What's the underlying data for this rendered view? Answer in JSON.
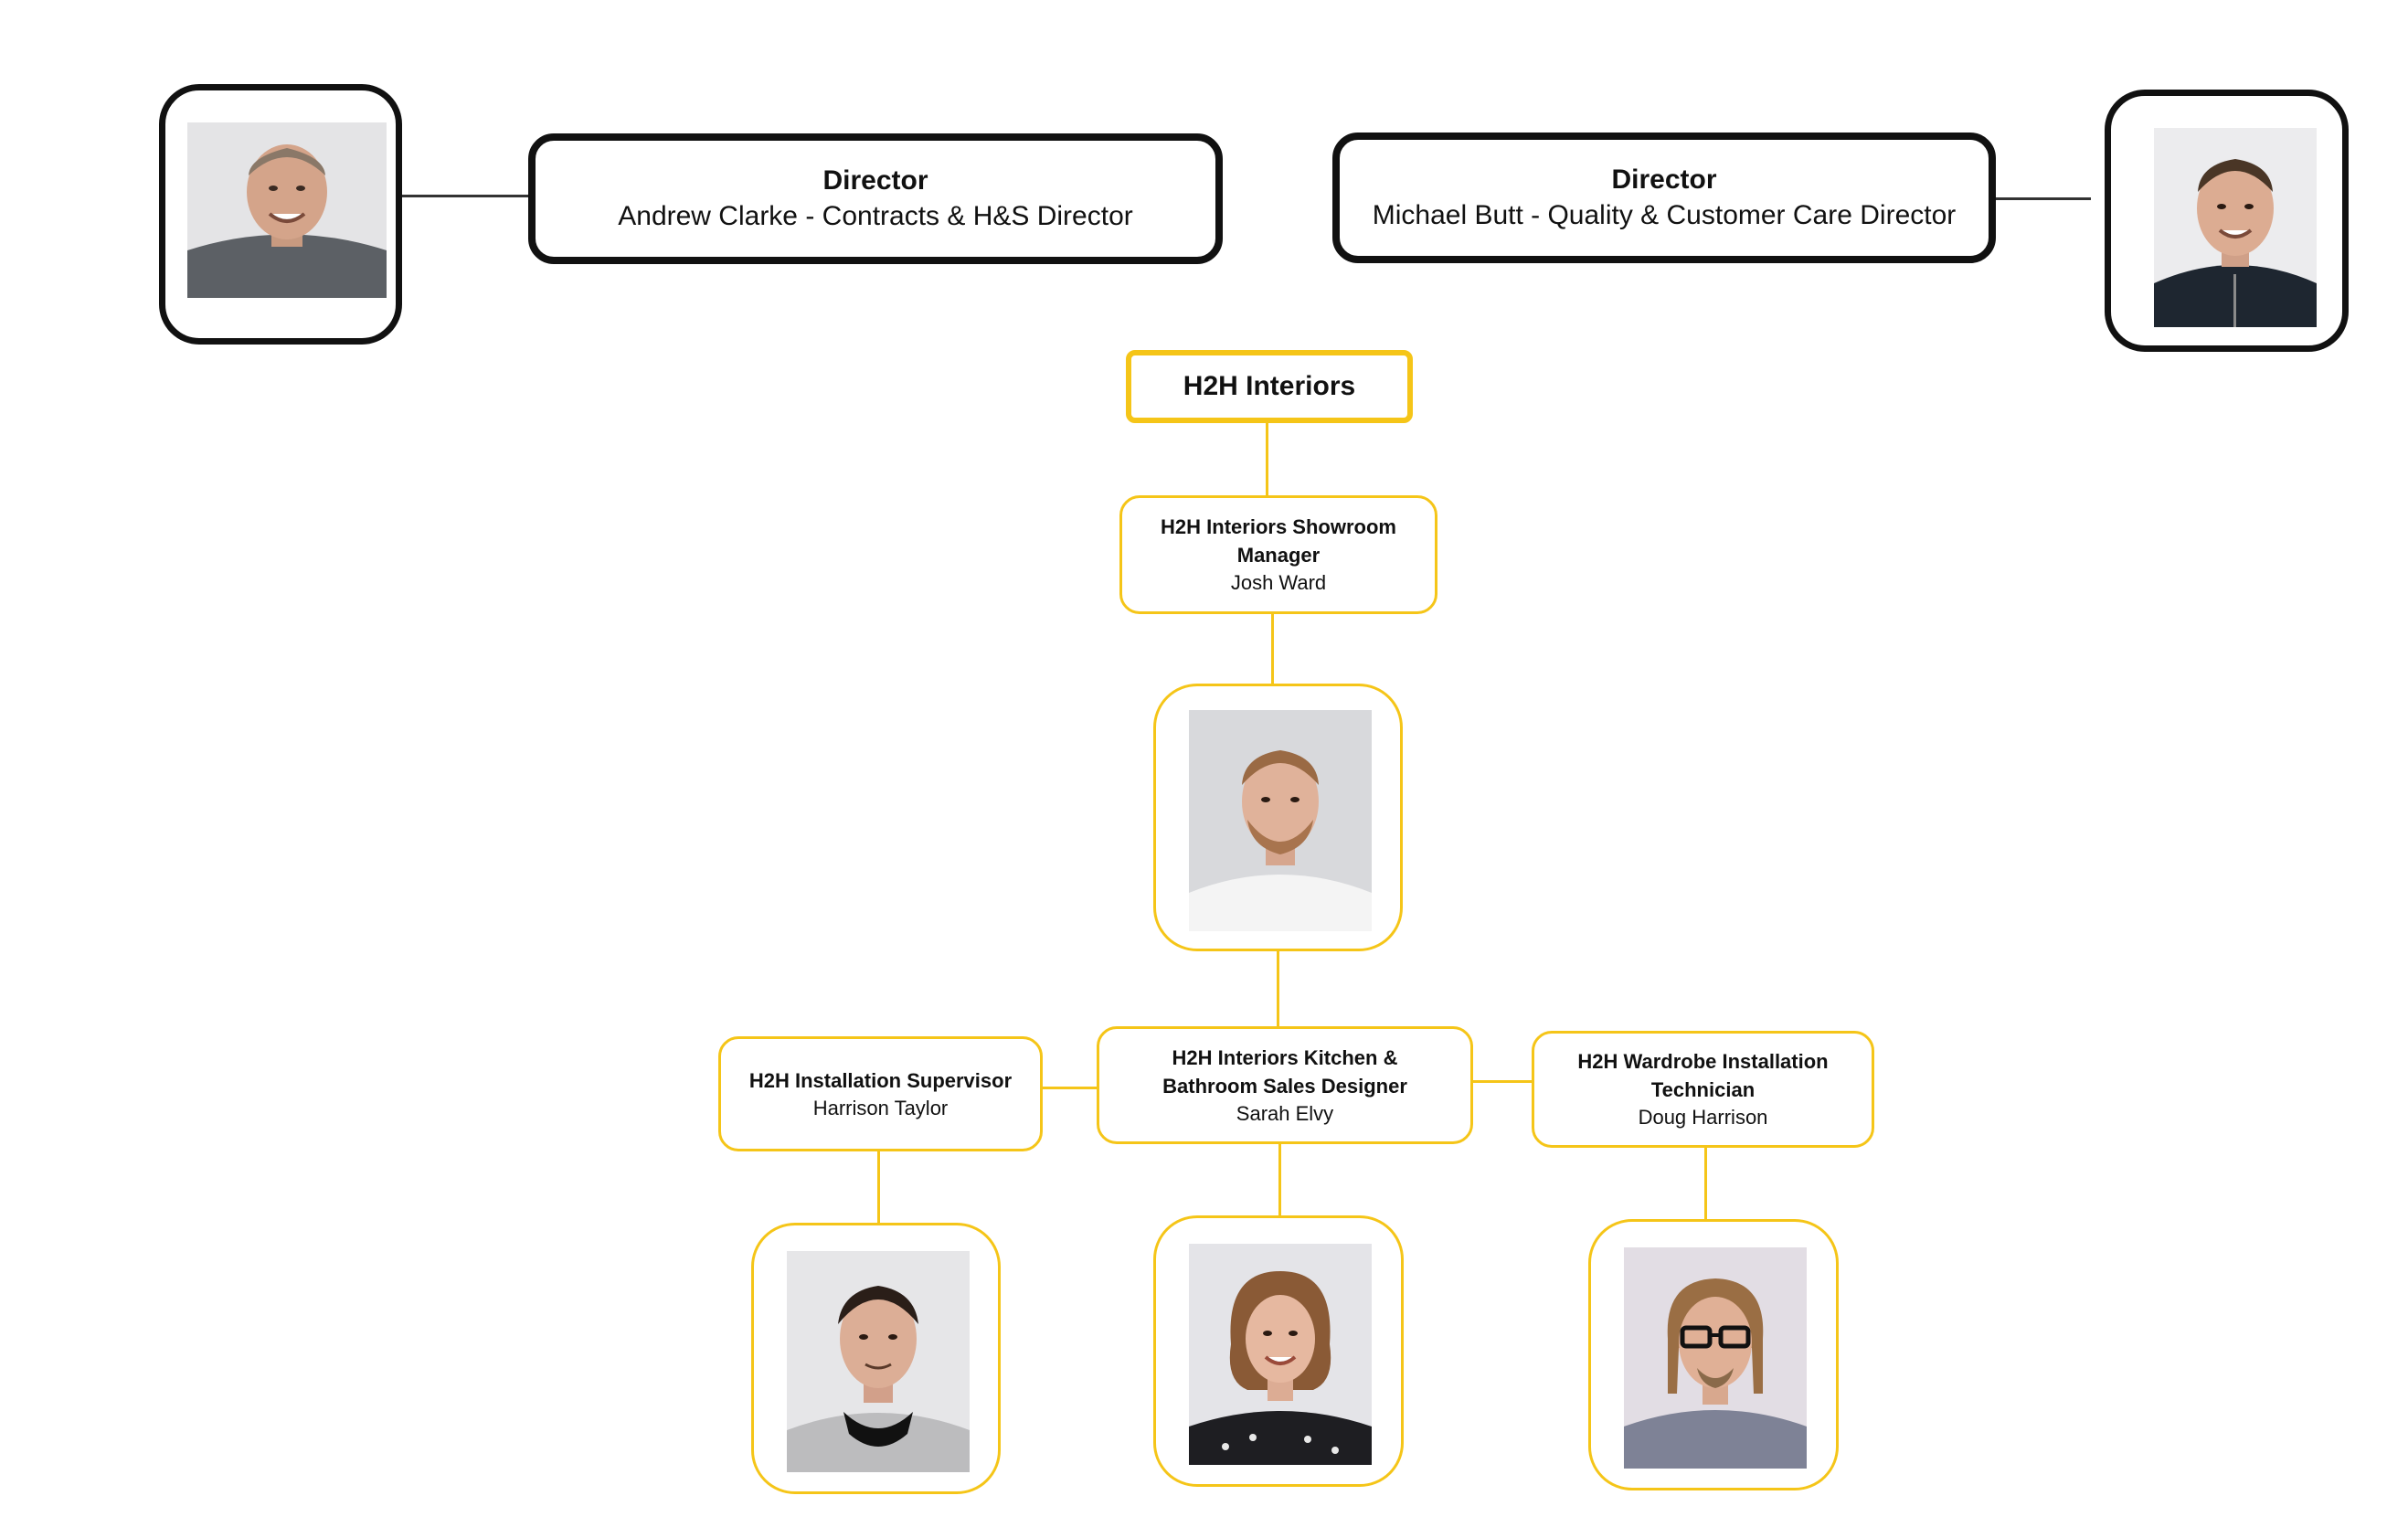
{
  "directors": [
    {
      "title": "Director",
      "name": "Andrew Clarke - Contracts & H&S Director"
    },
    {
      "title": "Director",
      "name": "Michael Butt - Quality & Customer Care Director"
    }
  ],
  "company": {
    "name": "H2H Interiors"
  },
  "roles": {
    "manager": {
      "title": "H2H Interiors Showroom Manager",
      "name": "Josh Ward"
    },
    "supervisor": {
      "title": "H2H Installation Supervisor",
      "name": "Harrison Taylor"
    },
    "designer": {
      "title": "H2H Interiors Kitchen & Bathroom Sales Designer",
      "name": "Sarah Elvy"
    },
    "technician": {
      "title": "H2H Wardrobe Installation Technician",
      "name": "Doug Harrison"
    }
  },
  "colors": {
    "accent": "#f5c518",
    "border": "#111111",
    "connector": "#333333"
  }
}
